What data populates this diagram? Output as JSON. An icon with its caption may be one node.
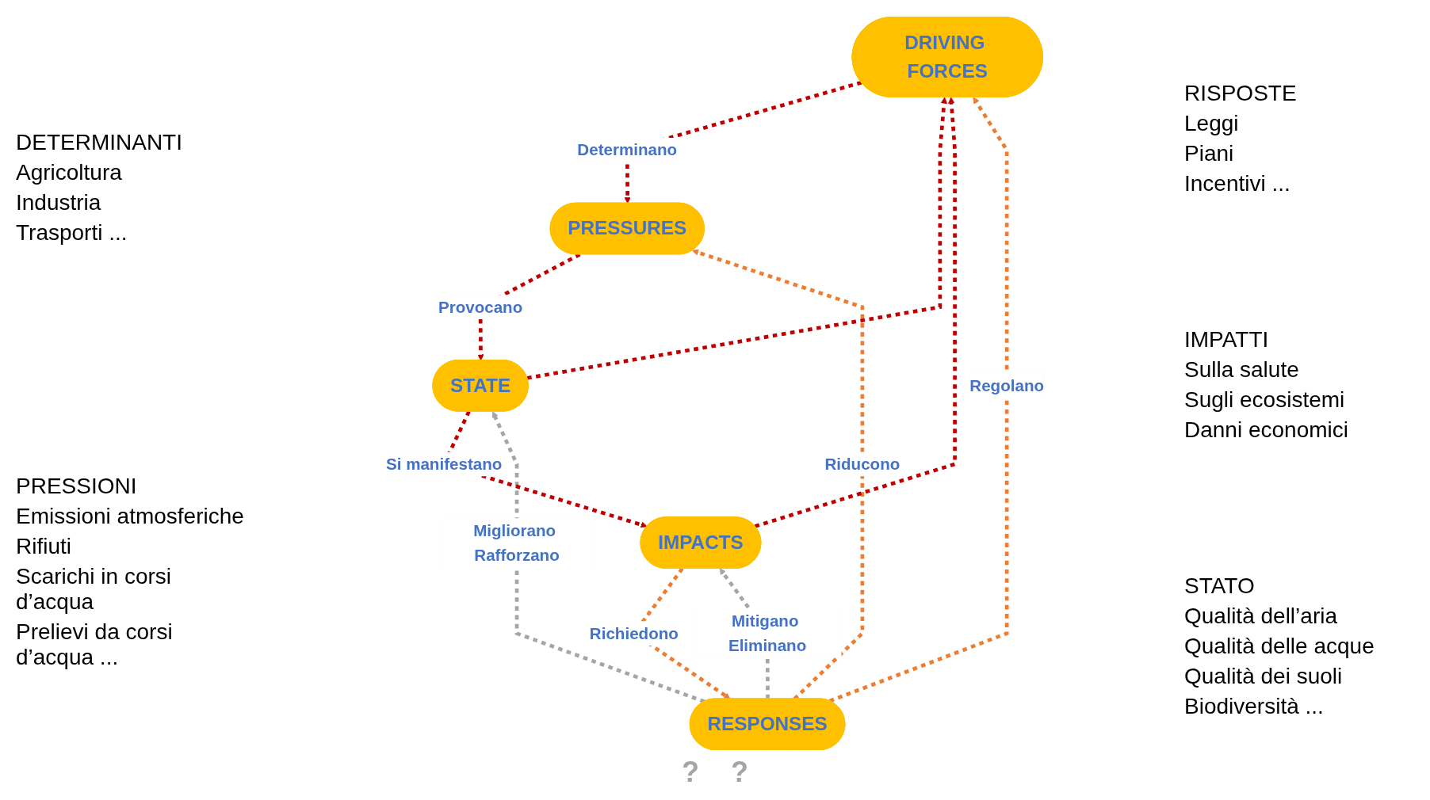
{
  "diagram": {
    "nodes": [
      {
        "text": [
          "DRIVING FORCES"
        ],
        "beside": [
          "DETERMINANTI",
          "Agricoltura",
          "Industria",
          "Trasporti ..."
        ]
      },
      {
        "text": [
          "RESPONSES"
        ],
        "beside": [
          "RISPOSTE",
          "Leggi",
          "Piani",
          "Incentivi ..."
        ]
      },
      {
        "text": [
          "PRESSURES"
        ],
        "beside": [
          "PRESSIONI",
          "Emissioni atmosferiche",
          "Rifiuti",
          "Scarichi in corsi d’acqua",
          "Prelievi da corsi d’acqua ..."
        ]
      },
      {
        "text": [
          "IMPACTS"
        ],
        "beside": [
          "IMPATTI",
          "Sulla salute",
          "Sugli ecosistemi",
          "Danni economici"
        ]
      },
      {
        "text": [
          "STATE"
        ],
        "beside": [
          "STATO",
          "Qualità dell’aria",
          "Qualità delle acque",
          "Qualità dei suoli",
          "Biodiversità ..."
        ]
      }
    ],
    "edges": [
      {
        "from": 1,
        "to": 0,
        "arrow": "to",
        "label": "Regolano",
        "style": "dashed",
        "color": "#ed7d31"
      },
      {
        "from": 1,
        "to": 2,
        "arrow": "to",
        "label": "Riducono",
        "style": "dashed",
        "color": "#ed7d31"
      },
      {
        "from": 0,
        "to": 2,
        "arrow": "to",
        "label": "Determinano",
        "style": "dashed"
      },
      {
        "from": 4,
        "to": 0,
        "arrow": "to",
        "style": "dashed"
      },
      {
        "from": 3,
        "to": 0,
        "arrow": "to",
        "style": "dashed"
      },
      {
        "from": 3,
        "to": 1,
        "arrow": "to",
        "label": "Richiedono",
        "style": "dashed",
        "color": "#ed7d31"
      },
      {
        "from": 1,
        "to": 3,
        "arrow": "to",
        "label": "Mitigano Eliminano",
        "style": "dashed",
        "color": "#a5a5a5"
      },
      {
        "from": 1,
        "to": 4,
        "arrow": "to",
        "label": "Migliorano Rafforzano",
        "style": "dashed",
        "color": "#a5a5a5"
      },
      {
        "from": 2,
        "to": 4,
        "arrow": "to",
        "label": "Provocano",
        "style": "dashed"
      },
      {
        "from": 4,
        "to": 3,
        "arrow": "to",
        "label": "Si manifestano",
        "style": "dashed"
      }
    ],
    "labels": [
      "?",
      "?"
    ]
  }
}
